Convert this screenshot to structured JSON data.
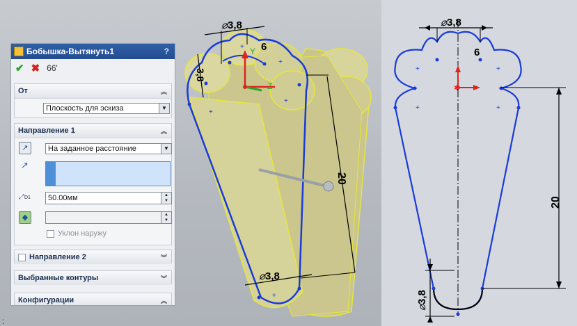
{
  "property_manager": {
    "title": "Бобышка-Вытянуть1",
    "help": "?",
    "actions": {
      "ok": "✔",
      "cancel": "✖",
      "preview": "66'"
    },
    "from_group": {
      "label": "От",
      "start_condition": "Плоскость для эскиза"
    },
    "direction1_group": {
      "label": "Направление 1",
      "end_condition": "На заданное расстояние",
      "depth_label": "D1",
      "depth_value": "50.00мм",
      "draft_outward_label": "Уклон наружу"
    },
    "direction2_group": {
      "label": "Направление 2"
    },
    "selected_contours_group": {
      "label": "Выбранные контуры"
    },
    "configurations_group": {
      "label": "Конфигурации"
    }
  },
  "left_viewport": {
    "dimensions": {
      "top_diameter": "3,8",
      "arc_gap": "6",
      "left_vertical": "3,8",
      "height": "20",
      "bottom_diameter": "3,8"
    },
    "axes": {
      "y": "Y",
      "z": "Z"
    }
  },
  "right_viewport": {
    "dimensions": {
      "top_diameter": "3,8",
      "arc_gap": "6",
      "height": "20",
      "bottom_diameter": "3,8"
    }
  },
  "colors": {
    "sketch_line": "#1a3bd6",
    "solid_fill": "#d6d39a",
    "solid_edge": "#ecec4b",
    "dimension": "#000000",
    "origin_red": "#e0231e",
    "axis_green": "#2aa32a"
  },
  "misc": {
    "corner_mark": ":"
  }
}
